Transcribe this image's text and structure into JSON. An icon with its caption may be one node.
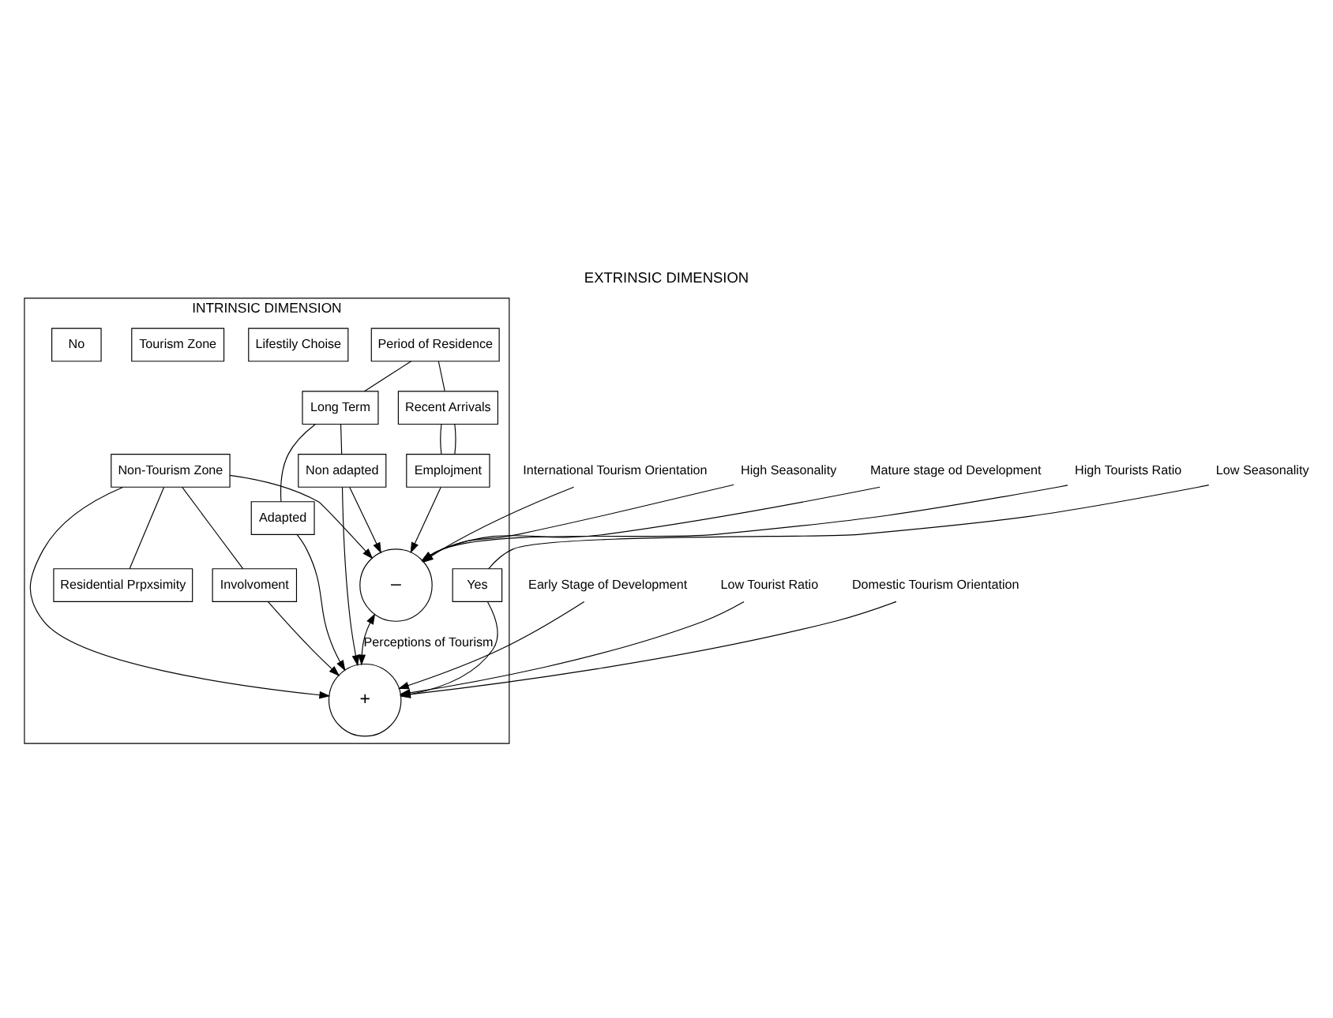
{
  "diagram": {
    "title": "EXTRINSIC DIMENSION",
    "nodes": [
      {
        "text": [
          "INTRINSIC DIMENSION"
        ]
      },
      {
        "text": [
          "Period of Residence"
        ],
        "in": 0
      },
      {
        "text": [
          "Recent Arrivals"
        ],
        "in": 0
      },
      {
        "text": [
          "Long Term"
        ],
        "in": 0
      },
      {
        "text": [
          "Lifestily Choise"
        ],
        "in": 0
      },
      {
        "text": [
          "Emplojment"
        ],
        "in": 0
      },
      {
        "text": [
          "Non adapted"
        ],
        "in": 0
      },
      {
        "text": [
          "Adapted"
        ],
        "in": 0
      },
      {
        "text": [
          "–"
        ],
        "in": 0
      },
      {
        "text": [
          "+"
        ],
        "in": 0
      },
      {
        "text": [
          "Tourism Zone"
        ],
        "in": 0
      },
      {
        "text": [
          "Non-Tourism Zone"
        ],
        "in": 0
      },
      {
        "text": [
          "No"
        ],
        "in": 0
      },
      {
        "text": [
          "Yes"
        ],
        "in": 0
      },
      {
        "text": [
          "Residential Prpxsimity"
        ],
        "in": 0
      },
      {
        "text": [
          "Involvoment"
        ],
        "in": 0
      },
      {
        "text": [
          "Mature stage od Development"
        ]
      },
      {
        "text": [
          "High Tourists Ratio"
        ]
      },
      {
        "text": [
          "International Tourism Orientation"
        ]
      },
      {
        "text": [
          "High Seasonality"
        ]
      },
      {
        "text": [
          "Early Stage of Development"
        ]
      },
      {
        "text": [
          "Low Tourist Ratio"
        ]
      },
      {
        "text": [
          "Domestic Tourism Orientation"
        ]
      },
      {
        "text": [
          "Low Seasonality"
        ]
      }
    ],
    "edges": [
      {
        "from": 1,
        "to": 2,
        "arrow": "none"
      },
      {
        "from": 1,
        "to": 3,
        "arrow": "none"
      },
      {
        "from": 2,
        "to": 5,
        "arrow": "none"
      },
      {
        "from": 2,
        "to": 5,
        "arrow": "none"
      },
      {
        "from": 3,
        "to": 6,
        "arrow": "none"
      },
      {
        "from": 3,
        "to": 7,
        "arrow": "none"
      },
      {
        "from": 5,
        "to": 8,
        "arrow": "to"
      },
      {
        "from": 6,
        "to": 8,
        "arrow": "to"
      },
      {
        "from": 6,
        "to": 9,
        "arrow": "to"
      },
      {
        "from": 7,
        "to": 9,
        "arrow": "to"
      },
      {
        "from": 8,
        "to": 9,
        "arrow": "both",
        "label": "Perceptions of Tourism"
      },
      {
        "from": 11,
        "to": 8,
        "arrow": "to"
      },
      {
        "from": 11,
        "to": 9,
        "arrow": "to"
      },
      {
        "from": 11,
        "to": 14,
        "arrow": "none"
      },
      {
        "from": 11,
        "to": 15,
        "arrow": "none"
      },
      {
        "from": 15,
        "to": 9,
        "arrow": "to"
      },
      {
        "from": 13,
        "to": 9,
        "arrow": "to"
      },
      {
        "from": 23,
        "to": 13,
        "arrow": "none"
      },
      {
        "from": 16,
        "to": 8,
        "arrow": "to"
      },
      {
        "from": 17,
        "to": 8,
        "arrow": "to"
      },
      {
        "from": 18,
        "to": 8,
        "arrow": "to"
      },
      {
        "from": 19,
        "to": 8,
        "arrow": "to"
      },
      {
        "from": 20,
        "to": 9,
        "arrow": "to"
      },
      {
        "from": 21,
        "to": 9,
        "arrow": "to"
      },
      {
        "from": 22,
        "to": 9,
        "arrow": "to"
      }
    ]
  }
}
